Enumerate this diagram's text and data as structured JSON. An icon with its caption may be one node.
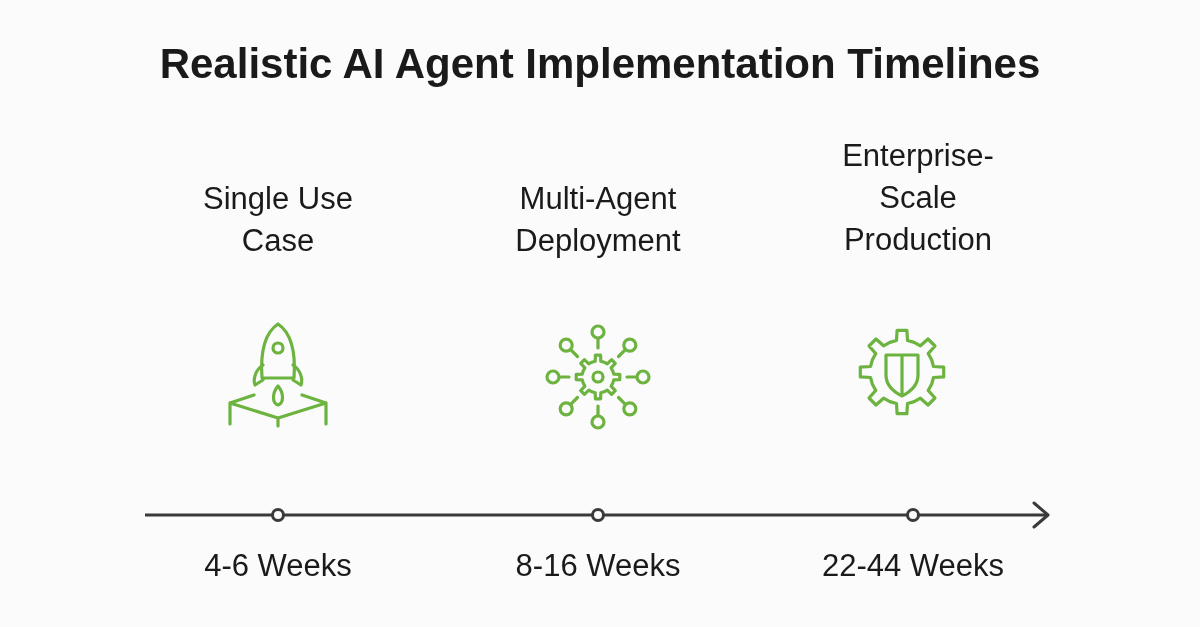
{
  "diagram": {
    "title": "Realistic AI Agent Implementation Timelines",
    "labels": [
      "Single Use Case",
      "Multi-Agent Deployment",
      "Enterprise-Scale Production",
      "4-6 Weeks",
      "8-16 Weeks",
      "22-44 Weeks"
    ]
  }
}
